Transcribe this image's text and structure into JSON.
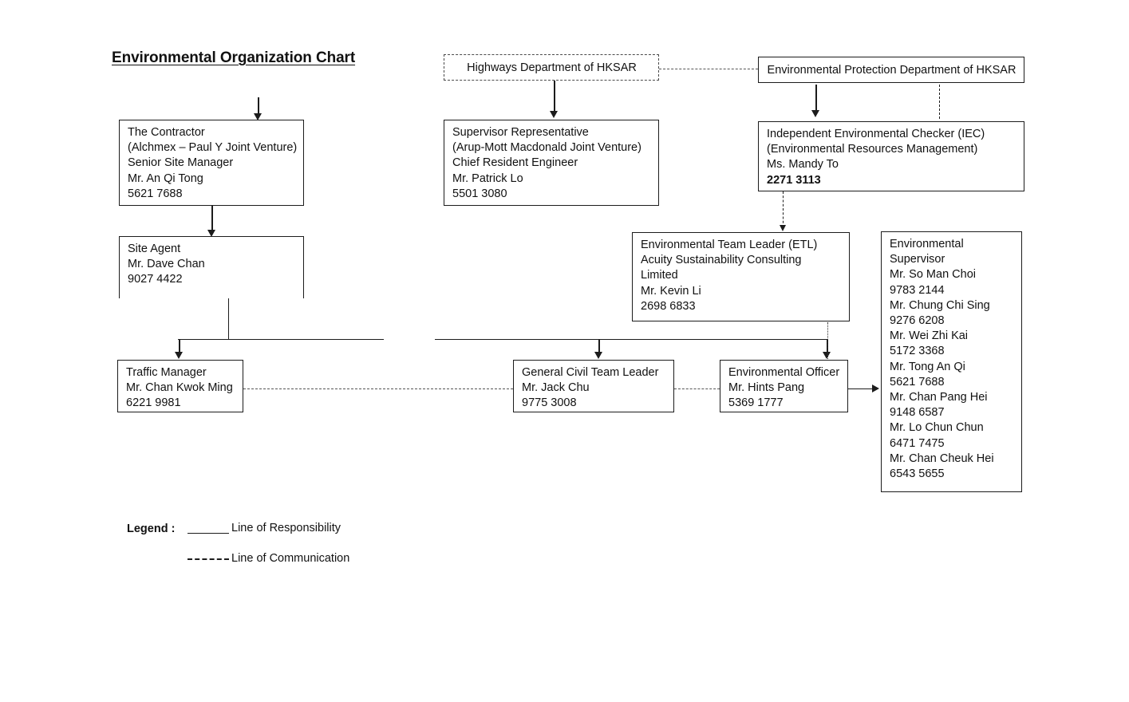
{
  "chart_data": {
    "type": "diagram",
    "title": "Environmental Organization Chart",
    "nodes": [
      {
        "id": "highways-department",
        "border": "dashed",
        "lines": [
          "Highways Department of HKSAR"
        ]
      },
      {
        "id": "epd",
        "border": "solid",
        "lines": [
          "Environmental Protection Department of HKSAR"
        ]
      },
      {
        "id": "contractor",
        "border": "solid",
        "lines": [
          "The Contractor",
          "(Alchmex – Paul Y Joint Venture)",
          "Senior Site Manager",
          "Mr. An Qi Tong",
          "5621 7688"
        ]
      },
      {
        "id": "supervisor-representative",
        "border": "solid",
        "lines": [
          "Supervisor Representative",
          "(Arup-Mott Macdonald Joint Venture)",
          "Chief Resident Engineer",
          "Mr. Patrick Lo",
          "5501 3080"
        ]
      },
      {
        "id": "iec",
        "border": "solid",
        "lines": [
          "Independent Environmental Checker (IEC)",
          "(Environmental Resources Management)",
          "Ms. Mandy To",
          "2271 3113"
        ]
      },
      {
        "id": "site-agent",
        "border": "solid",
        "lines": [
          "Site Agent",
          "Mr. Dave Chan",
          "9027 4422"
        ]
      },
      {
        "id": "etl",
        "border": "solid",
        "lines": [
          "Environmental Team Leader (ETL)",
          "Acuity Sustainability Consulting",
          "Limited",
          "Mr. Kevin Li",
          "2698 6833"
        ]
      },
      {
        "id": "environmental-supervisor",
        "border": "solid",
        "lines": [
          "Environmental",
          "Supervisor",
          "Mr. So Man Choi",
          "9783 2144",
          "Mr. Chung Chi Sing",
          "9276 6208",
          "Mr. Wei Zhi Kai",
          "5172 3368",
          "Mr. Tong An Qi",
          "5621 7688",
          "Mr. Chan Pang Hei",
          "9148 6587",
          "Mr. Lo Chun Chun",
          "6471 7475",
          "Mr. Chan Cheuk Hei",
          "6543 5655"
        ]
      },
      {
        "id": "traffic-manager",
        "border": "solid",
        "lines": [
          "Traffic Manager",
          "Mr. Chan Kwok Ming",
          "6221 9981"
        ]
      },
      {
        "id": "general-civil-team-leader",
        "border": "solid",
        "lines": [
          "General Civil Team Leader",
          "Mr. Jack Chu",
          "9775 3008"
        ]
      },
      {
        "id": "environmental-officer",
        "border": "solid",
        "lines": [
          "Environmental Officer",
          "Mr. Hints Pang",
          "5369 1777"
        ]
      }
    ],
    "edges": [
      {
        "from": "highways-department",
        "to": "epd",
        "style": "dashed"
      },
      {
        "from": "highways-department",
        "to": "supervisor-representative",
        "style": "solid"
      },
      {
        "from": "epd",
        "to": "iec",
        "style": "solid"
      },
      {
        "from": "epd",
        "to": "iec",
        "style": "dashed"
      },
      {
        "from": "contractor",
        "to": "site-agent",
        "style": "solid"
      },
      {
        "from": "iec",
        "to": "etl",
        "style": "dashed"
      },
      {
        "from": "site-agent",
        "to": "traffic-manager",
        "style": "solid"
      },
      {
        "from": "site-agent",
        "to": "general-civil-team-leader",
        "style": "solid"
      },
      {
        "from": "site-agent",
        "to": "environmental-officer",
        "style": "solid"
      },
      {
        "from": "etl",
        "to": "environmental-officer",
        "style": "dotted"
      },
      {
        "from": "traffic-manager",
        "to": "general-civil-team-leader",
        "style": "dashed"
      },
      {
        "from": "general-civil-team-leader",
        "to": "environmental-officer",
        "style": "dashed"
      },
      {
        "from": "environmental-officer",
        "to": "environmental-supervisor",
        "style": "solid"
      }
    ]
  },
  "title": "Environmental Organization Chart",
  "nodes": {
    "highways_department": {
      "l0": "Highways Department of HKSAR"
    },
    "epd": {
      "l0": "Environmental Protection Department of HKSAR"
    },
    "contractor": {
      "l0": "The Contractor",
      "l1": "(Alchmex – Paul Y Joint Venture)",
      "l2": "Senior Site Manager",
      "l3": "Mr. An Qi Tong",
      "l4": "5621 7688"
    },
    "supervisor_representative": {
      "l0": "Supervisor Representative",
      "l1": "(Arup-Mott Macdonald Joint Venture)",
      "l2": "Chief Resident Engineer",
      "l3": "Mr. Patrick Lo",
      "l4": "5501 3080"
    },
    "iec": {
      "l0": "Independent Environmental Checker (IEC)",
      "l1": "(Environmental Resources Management)",
      "l2": "Ms. Mandy To",
      "l3": "2271 3113"
    },
    "site_agent": {
      "l0": "Site Agent",
      "l1": "Mr. Dave Chan",
      "l2": "9027 4422"
    },
    "etl": {
      "l0": "Environmental Team Leader (ETL)",
      "l1": "Acuity Sustainability Consulting",
      "l2": "Limited",
      "l3": "Mr. Kevin Li",
      "l4": "2698 6833"
    },
    "environmental_supervisor": {
      "l0": "Environmental",
      "l1": "Supervisor",
      "l2": "Mr. So Man Choi",
      "l3": "9783 2144",
      "l4": "Mr. Chung Chi Sing",
      "l5": "9276 6208",
      "l6": "Mr. Wei Zhi Kai",
      "l7": "5172 3368",
      "l8": "Mr. Tong An Qi",
      "l9": "5621 7688",
      "l10": "Mr. Chan Pang Hei",
      "l11": "9148 6587",
      "l12": "Mr. Lo Chun Chun",
      "l13": "6471 7475",
      "l14": "Mr. Chan Cheuk Hei",
      "l15": "6543 5655"
    },
    "traffic_manager": {
      "l0": "Traffic Manager",
      "l1": "Mr. Chan Kwok Ming",
      "l2": "6221 9981"
    },
    "general_civil_team_leader": {
      "l0": "General Civil Team Leader",
      "l1": "Mr. Jack Chu",
      "l2": "9775 3008"
    },
    "environmental_officer": {
      "l0": "Environmental Officer",
      "l1": "Mr. Hints Pang",
      "l2": "5369 1777"
    }
  },
  "legend": {
    "label": "Legend :",
    "responsibility": "Line of Responsibility",
    "communication": "Line of Communication"
  }
}
